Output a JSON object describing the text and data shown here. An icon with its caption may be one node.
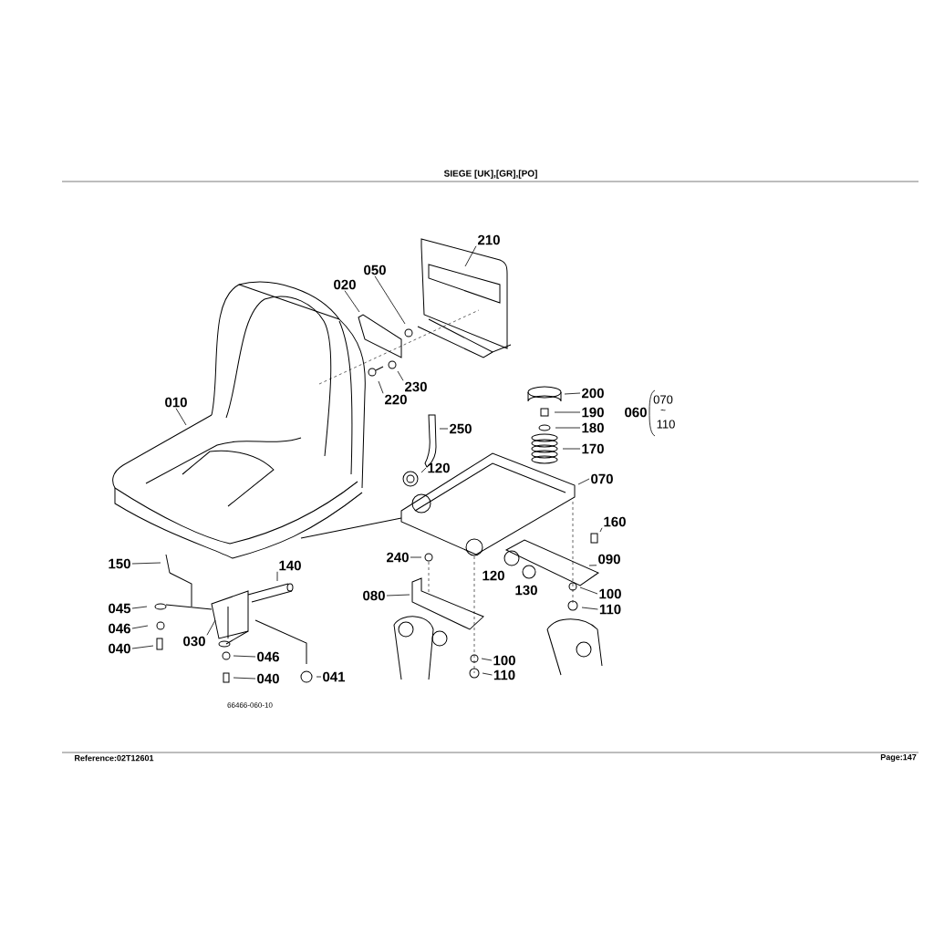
{
  "diagram": {
    "title": "SIEGE   [UK],[GR],[PO]",
    "nodes": [
      {
        "text": [
          "210"
        ]
      },
      {
        "text": [
          "050"
        ]
      },
      {
        "text": [
          "020"
        ]
      },
      {
        "text": [
          "230"
        ]
      },
      {
        "text": [
          "220"
        ]
      },
      {
        "text": [
          "200"
        ]
      },
      {
        "text": [
          "010"
        ]
      },
      {
        "text": [
          "190"
        ]
      },
      {
        "text": [
          "250"
        ]
      },
      {
        "text": [
          "180"
        ]
      },
      {
        "text": [
          "170"
        ]
      },
      {
        "text": [
          "120"
        ]
      },
      {
        "text": [
          "070"
        ]
      },
      {
        "text": [
          "160"
        ]
      },
      {
        "text": [
          "240"
        ]
      },
      {
        "text": [
          "090"
        ]
      },
      {
        "text": [
          "150"
        ]
      },
      {
        "text": [
          "140"
        ]
      },
      {
        "text": [
          "080"
        ]
      },
      {
        "text": [
          "100"
        ]
      },
      {
        "text": [
          "045"
        ]
      },
      {
        "text": [
          "110"
        ]
      },
      {
        "text": [
          "046"
        ]
      },
      {
        "text": [
          "030"
        ]
      },
      {
        "text": [
          "040"
        ]
      },
      {
        "text": [
          "046"
        ]
      },
      {
        "text": [
          "100"
        ]
      },
      {
        "text": [
          "110"
        ]
      },
      {
        "text": [
          "041"
        ]
      },
      {
        "text": [
          "040"
        ]
      }
    ],
    "edges": [
      {
        "from": 0,
        "to": null,
        "arrow": "none"
      },
      {
        "from": 1,
        "to": null,
        "arrow": "none"
      },
      {
        "from": 2,
        "to": null,
        "arrow": "none"
      },
      {
        "from": 3,
        "to": null,
        "arrow": "none"
      },
      {
        "from": 4,
        "to": null,
        "arrow": "none"
      },
      {
        "from": 5,
        "to": null,
        "arrow": "none"
      },
      {
        "from": 6,
        "to": null,
        "arrow": "none"
      },
      {
        "from": 7,
        "to": null,
        "arrow": "none"
      },
      {
        "from": 8,
        "to": null,
        "arrow": "none"
      },
      {
        "from": 9,
        "to": null,
        "arrow": "none"
      },
      {
        "from": 10,
        "to": null,
        "arrow": "none"
      },
      {
        "from": 11,
        "to": null,
        "arrow": "none"
      },
      {
        "from": 12,
        "to": null,
        "arrow": "none"
      },
      {
        "from": 13,
        "to": null,
        "arrow": "none"
      },
      {
        "from": 14,
        "to": null,
        "arrow": "none"
      },
      {
        "from": 15,
        "to": null,
        "arrow": "none"
      },
      {
        "from": 16,
        "to": null,
        "arrow": "none"
      },
      {
        "from": 17,
        "to": null,
        "arrow": "none"
      },
      {
        "from": 18,
        "to": null,
        "arrow": "none"
      },
      {
        "from": 19,
        "to": null,
        "arrow": "none"
      },
      {
        "from": 20,
        "to": null,
        "arrow": "none"
      },
      {
        "from": 21,
        "to": null,
        "arrow": "none"
      },
      {
        "from": 22,
        "to": null,
        "arrow": "none"
      },
      {
        "from": 23,
        "to": null,
        "arrow": "none"
      },
      {
        "from": 24,
        "to": null,
        "arrow": "none"
      },
      {
        "from": 25,
        "to": null,
        "arrow": "none"
      },
      {
        "from": 26,
        "to": null,
        "arrow": "none"
      },
      {
        "from": 27,
        "to": null,
        "arrow": "none"
      },
      {
        "from": 28,
        "to": null,
        "arrow": "none"
      },
      {
        "from": 29,
        "to": null,
        "arrow": "none"
      }
    ],
    "labels": [
      "060",
      "070",
      "~",
      "110",
      "120",
      "130",
      "66466-060-10",
      "Reference:02T12601",
      "Page:147"
    ]
  }
}
